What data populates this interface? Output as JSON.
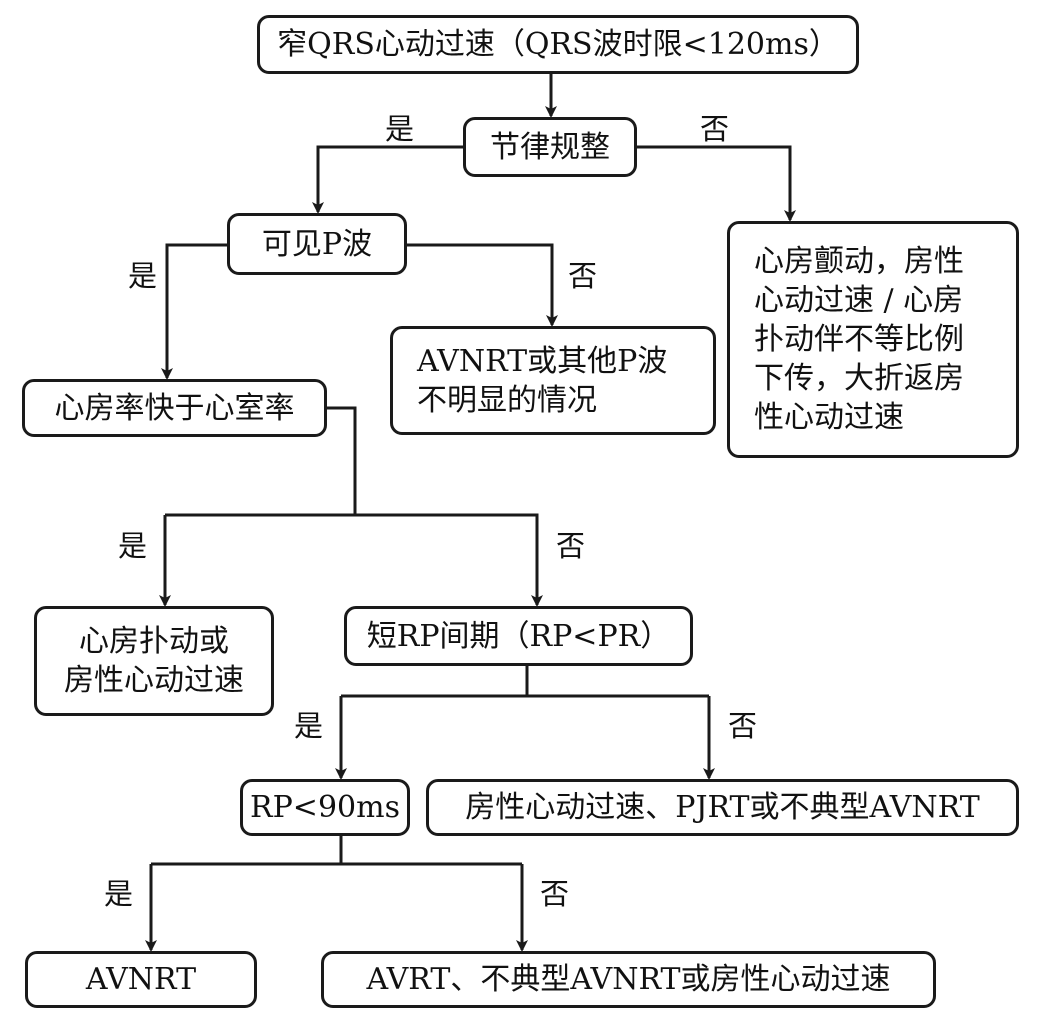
{
  "nodes": {
    "start": "窄QRS心动过速（QRS波时限<120ms）",
    "regular": "节律规整",
    "flutter_irregular": "心房颤动，房性\n心动过速 / 心房\n扑动伴不等比例\n下传，大折返房\n性心动过速",
    "p_visible": "可见P波",
    "avnrt_no_p": "AVNRT或其他P波\n不明显的情况",
    "atrial_faster": "心房率快于心室率",
    "flutter_or_at": "心房扑动或\n房性心动过速",
    "short_rp": "短RP间期（RP<PR）",
    "rp90": "RP<90ms",
    "long_rp": "房性心动过速、PJRT或不典型AVNRT",
    "avnrt": "AVNRT",
    "avrt": "AVRT、不典型AVNRT或房性心动过速"
  },
  "labels": {
    "yes": "是",
    "no": "否"
  }
}
